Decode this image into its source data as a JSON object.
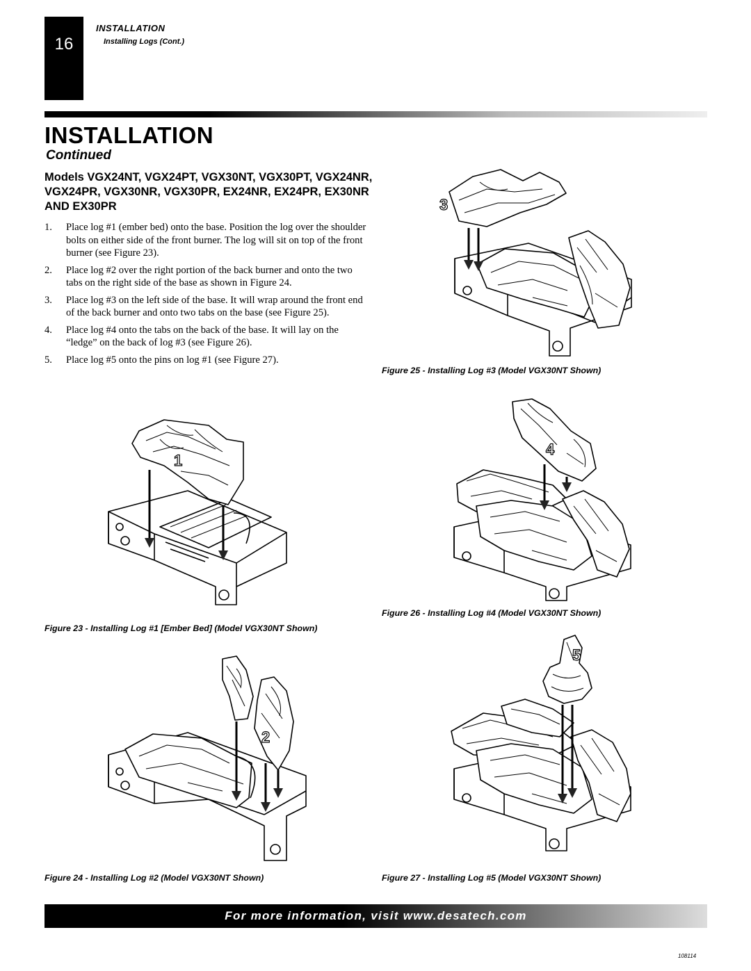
{
  "header": {
    "page_number": "16",
    "section": "INSTALLATION",
    "subsection": "Installing Logs (Cont.)"
  },
  "title": "INSTALLATION",
  "subtitle": "Continued",
  "models_heading": "Models VGX24NT, VGX24PT, VGX30NT, VGX30PT, VGX24NR,  VGX24PR, VGX30NR, VGX30PR, EX24NR, EX24PR, EX30NR AND EX30PR",
  "steps": [
    {
      "num": "1.",
      "text": "Place log #1 (ember bed) onto the base. Position the log over the shoulder bolts on either side of the front burner. The log will sit on top of the front burner (see Figure 23)."
    },
    {
      "num": "2.",
      "text": "Place log #2 over the right portion of the back burner and onto the two tabs on the right side of the base as shown in Figure 24."
    },
    {
      "num": "3.",
      "text": "Place log #3 on the left side of the base. It will wrap around the front end of the back burner and onto two tabs on the base (see Figure 25)."
    },
    {
      "num": "4.",
      "text": "Place log #4 onto the tabs on the back of the base. It will lay on the “ledge” on the back of log #3  (see Figure 26)."
    },
    {
      "num": "5.",
      "text": "Place log #5 onto the pins on log #1 (see Figure 27)."
    }
  ],
  "figures": {
    "fig23": {
      "caption": "Figure 23 - Installing Log #1 [Ember Bed] (Model VGX30NT Shown)",
      "log_label": "1"
    },
    "fig24": {
      "caption": "Figure 24 - Installing Log #2 (Model VGX30NT Shown)",
      "log_label": "2"
    },
    "fig25": {
      "caption": "Figure 25 - Installing Log #3 (Model VGX30NT Shown)",
      "log_label": "3"
    },
    "fig26": {
      "caption": "Figure 26 - Installing Log #4 (Model VGX30NT Shown)",
      "log_label": "4"
    },
    "fig27": {
      "caption": "Figure 27 - Installing Log #5 (Model VGX30NT Shown)",
      "log_label": "5"
    }
  },
  "footer": {
    "text": "For more information, visit www.desatech.com"
  },
  "doc_number": "108114"
}
